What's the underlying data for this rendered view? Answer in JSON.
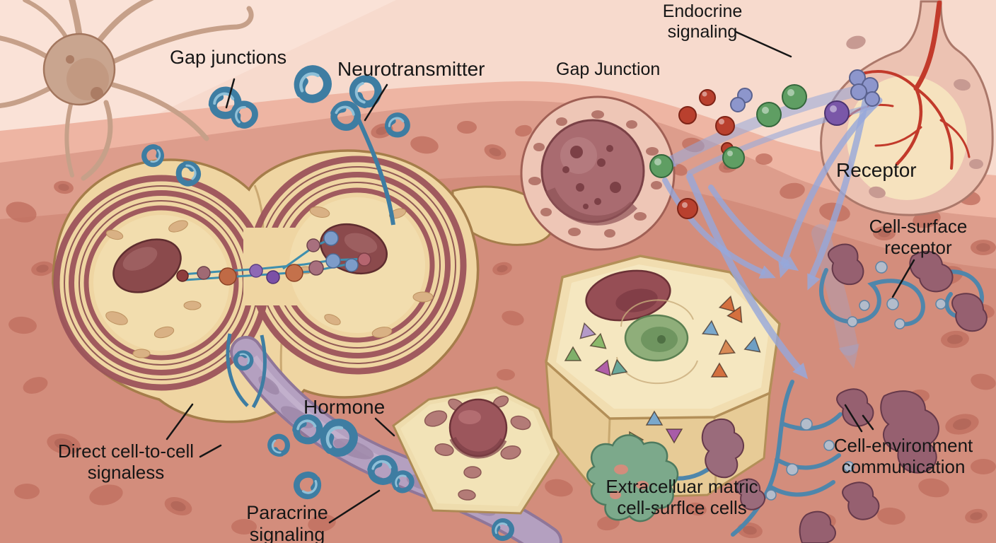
{
  "labels": {
    "gap_junctions": "Gap junctions",
    "neurotransmitter": "Neurotransmitter",
    "gap_junction": "Gap Junction",
    "endocrine_signaling": "Endocrine\nsignaling",
    "receptor": "Receptor",
    "cell_surface_receptor": "Cell-surface\nreceptor",
    "direct_cell_to_cell": "Direct cell-to-cell\nsignaless",
    "hormone": "Hormone",
    "paracrine_signaling": "Paracrine\nsignaling",
    "extracellular_matrix": "Extracelluar matric\ncell-surflce cells",
    "cell_environment": "Cell-environment\ncommunication"
  },
  "palette": {
    "background_top": "#f7dacd",
    "salmon_band": "#eeb5a3",
    "tissue_mid": "#dd9d8c",
    "tissue_dark": "#d38d7c",
    "tissue_oval": "#c1705f",
    "cell_cream": "#efd5a2",
    "cell_outline": "#a57d4a",
    "ring_maroon": "#9c545b",
    "nucleus_maroon": "#8b4a4c",
    "ribbon_blue": "#3e7da2",
    "duct_lavender": "#b3a0c0",
    "sphere_red": "#b9402e",
    "sphere_green": "#5f9e63",
    "sphere_periwinkle": "#8d96cc",
    "sphere_purple": "#7a57a8",
    "arrow_periwinkle": "#96a8db",
    "gland_pink": "#ecc2b2",
    "vessel_red": "#c23a2b",
    "organelle_green": "#8fae7a",
    "receptor_teal": "#4f86ab",
    "receptor_maroon": "#966070",
    "matrix_green": "#7ca98b",
    "label_text": "#161616"
  }
}
